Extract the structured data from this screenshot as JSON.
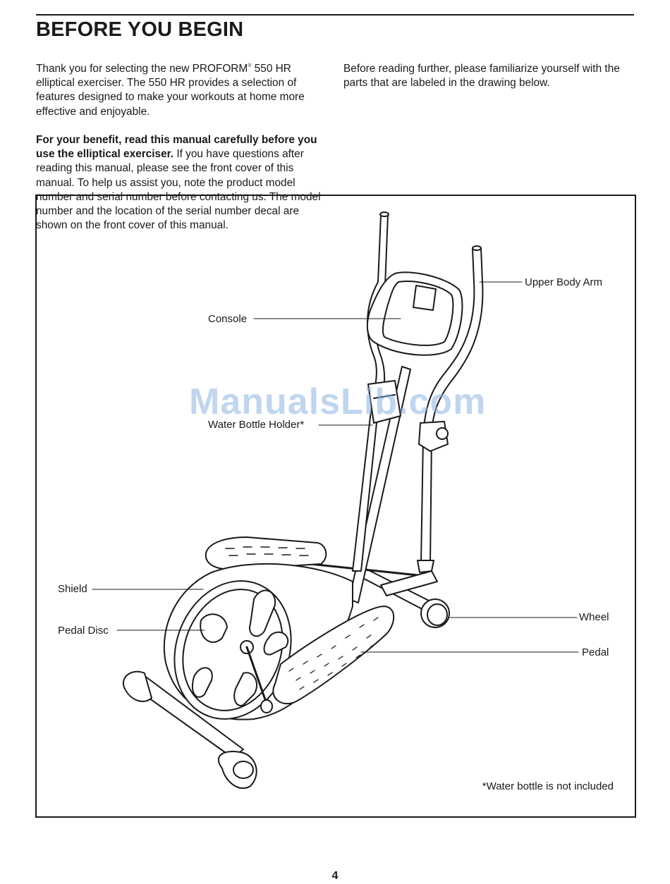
{
  "page": {
    "title": "BEFORE YOU BEGIN",
    "page_number": "4"
  },
  "intro": {
    "p1_before_reg": "Thank you for selecting the new PROFORM",
    "reg_mark": "®",
    "p1_after_reg": " 550 HR elliptical exerciser. The 550 HR provides a selection of features designed to make your workouts at home more effective and enjoyable.",
    "p2_bold": "For your benefit, read this manual carefully before you use the elliptical exerciser.",
    "p2_rest": " If you have questions after reading this manual, please see the front cover of this manual. To help us assist you, note the product model number and serial number before contacting us. The model number and the location of the serial number decal are shown on the front cover of this manual.",
    "p3": "Before reading further, please familiarize yourself with the parts that are labeled in the drawing below."
  },
  "figure": {
    "labels": {
      "upper_body_arm": "Upper Body Arm",
      "console": "Console",
      "water_bottle_holder": "Water Bottle Holder*",
      "shield": "Shield",
      "pedal_disc": "Pedal Disc",
      "wheel": "Wheel",
      "pedal": "Pedal"
    },
    "footnote": "*Water bottle is not included",
    "icons": [
      "elliptical-exerciser-drawing"
    ]
  },
  "watermark": "ManualsLib.com"
}
